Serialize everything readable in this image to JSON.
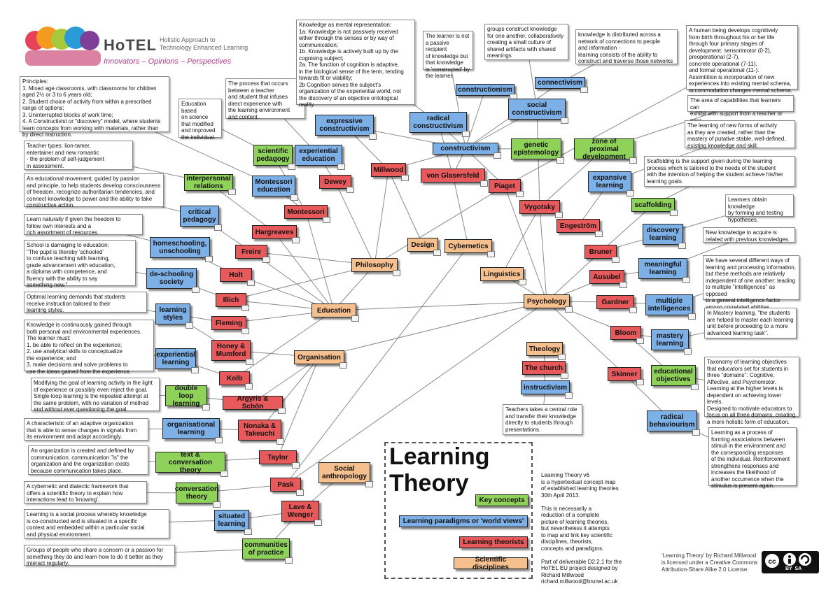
{
  "branding": {
    "name": "HoTEL",
    "subtitle_line1": "Holistic Approach to",
    "subtitle_line2": "Technology Enhanced Learning",
    "tagline": "Innovators – Opinions – Perspectives"
  },
  "legend": {
    "title_line1": "Learning",
    "title_line2": "Theory",
    "key_concepts": "Key concepts",
    "paradigms": "Learning paradigms or 'world views'",
    "theorists": "Learning theorists",
    "disciplines": "Scientific disciplines",
    "description": "Learning Theory v6\nis a hypertextual concept map\nof established learning theories\n30th April 2013.\n\nThis is necessarily a\nreduction of a complete\npicture of learning theories,\nbut nevertheless it attempts\nto map and link key scientific\ndisciplines, theorists,\nconcepts and paradigms.\n\nPart of deliverable D2.2.1 for the\nHoTEL EU project designed by\nRichard Millwood\nrichard.millwood@brunel.ac.uk"
  },
  "license": {
    "text": "‘Learning Theory’ by Richard Millwood\nis licensed under a Creative Commons\nAttribution-Share Alike 2.0 License.",
    "badge": "BY  SA"
  },
  "colors": {
    "key_concept": "#8fd25a",
    "paradigm": "#7eb0e8",
    "theorist": "#e8595b",
    "discipline": "#f6c08e"
  },
  "nodes": [
    {
      "id": "constructivism",
      "label": "constructivism",
      "kind": "blue"
    },
    {
      "id": "constructionism",
      "label": "constructionism",
      "kind": "blue"
    },
    {
      "id": "social_constructivism",
      "label": "social\nconstructivism",
      "kind": "blue"
    },
    {
      "id": "connectivism",
      "label": "connectivism",
      "kind": "blue"
    },
    {
      "id": "radical_constructivism",
      "label": "radical\nconstructivism",
      "kind": "blue"
    },
    {
      "id": "expressive_constructivism",
      "label": "expressive\nconstructivism",
      "kind": "blue"
    },
    {
      "id": "experiential_education",
      "label": "experiential\neducation",
      "kind": "blue"
    },
    {
      "id": "scientific_pedagogy",
      "label": "scientific\npedagogy",
      "kind": "green"
    },
    {
      "id": "montessori_education",
      "label": "Montessori\neducation",
      "kind": "blue"
    },
    {
      "id": "interpersonal_relations",
      "label": "interpersonal\nrelations",
      "kind": "green"
    },
    {
      "id": "critical_pedagogy",
      "label": "critical\npedagogy",
      "kind": "blue"
    },
    {
      "id": "homeschooling",
      "label": "homeschooling,\nunschooling",
      "kind": "blue"
    },
    {
      "id": "deschooling",
      "label": "de-schooling\nsociety",
      "kind": "blue"
    },
    {
      "id": "learning_styles",
      "label": "learning\nstyles",
      "kind": "blue"
    },
    {
      "id": "experiential_learning",
      "label": "experiential\nlearning",
      "kind": "blue"
    },
    {
      "id": "double_loop",
      "label": "double loop\nlearning",
      "kind": "green"
    },
    {
      "id": "organisational_learning",
      "label": "organisational\nlearning",
      "kind": "blue"
    },
    {
      "id": "text_conversation",
      "label": "text & conversation\ntheory",
      "kind": "green"
    },
    {
      "id": "conversation_theory",
      "label": "conversation\ntheory",
      "kind": "green"
    },
    {
      "id": "situated_learning",
      "label": "situated\nlearning",
      "kind": "blue"
    },
    {
      "id": "communities",
      "label": "communities\nof practice",
      "kind": "green"
    },
    {
      "id": "millwood",
      "label": "Millwood",
      "kind": "red"
    },
    {
      "id": "dewey",
      "label": "Dewey",
      "kind": "red"
    },
    {
      "id": "montessori",
      "label": "Montessori",
      "kind": "red"
    },
    {
      "id": "hargreaves",
      "label": "Hargreaves",
      "kind": "red"
    },
    {
      "id": "freire",
      "label": "Freire",
      "kind": "red"
    },
    {
      "id": "holt",
      "label": "Holt",
      "kind": "red"
    },
    {
      "id": "illich",
      "label": "Illich",
      "kind": "red"
    },
    {
      "id": "fleming",
      "label": "Fleming",
      "kind": "red"
    },
    {
      "id": "honey",
      "label": "Honey &\nMumford",
      "kind": "red"
    },
    {
      "id": "kolb",
      "label": "Kolb",
      "kind": "red"
    },
    {
      "id": "argyris",
      "label": "Argyris & Schön",
      "kind": "red"
    },
    {
      "id": "nonaka",
      "label": "Nonaka &\nTakeuchi",
      "kind": "red"
    },
    {
      "id": "taylor",
      "label": "Taylor",
      "kind": "red"
    },
    {
      "id": "pask",
      "label": "Pask",
      "kind": "red"
    },
    {
      "id": "lave",
      "label": "Lave &\nWenger",
      "kind": "red"
    },
    {
      "id": "von_glasersfeld",
      "label": "von Glasersfeld",
      "kind": "red"
    },
    {
      "id": "piaget",
      "label": "Piaget",
      "kind": "red"
    },
    {
      "id": "vygotsky",
      "label": "Vygotsky",
      "kind": "red"
    },
    {
      "id": "engestrom",
      "label": "Engeström",
      "kind": "red"
    },
    {
      "id": "bruner",
      "label": "Bruner",
      "kind": "red"
    },
    {
      "id": "ausubel",
      "label": "Ausubel",
      "kind": "red"
    },
    {
      "id": "gardner",
      "label": "Gardner",
      "kind": "red"
    },
    {
      "id": "bloom",
      "label": "Bloom",
      "kind": "red"
    },
    {
      "id": "skinner",
      "label": "Skinner",
      "kind": "red"
    },
    {
      "id": "the_church",
      "label": "The church",
      "kind": "red"
    },
    {
      "id": "genetic_epistemology",
      "label": "genetic\nepistemology",
      "kind": "green"
    },
    {
      "id": "zpd",
      "label": "zone of proximal\ndevelopment",
      "kind": "green"
    },
    {
      "id": "expansive_learning",
      "label": "expansive\nlearning",
      "kind": "blue"
    },
    {
      "id": "scaffolding",
      "label": "scaffolding",
      "kind": "green"
    },
    {
      "id": "discovery_learning",
      "label": "discovery\nlearning",
      "kind": "blue"
    },
    {
      "id": "meaningful_learning",
      "label": "meaningful\nlearning",
      "kind": "blue"
    },
    {
      "id": "multiple_intelligences",
      "label": "multiple\nintelligences",
      "kind": "blue"
    },
    {
      "id": "mastery_learning",
      "label": "mastery\nlearning",
      "kind": "blue"
    },
    {
      "id": "educational_objectives",
      "label": "educational\nobjectives",
      "kind": "green"
    },
    {
      "id": "radical_behaviourism",
      "label": "radical\nbehaviourism",
      "kind": "blue"
    },
    {
      "id": "instructivism",
      "label": "instructivism",
      "kind": "blue"
    },
    {
      "id": "philosophy",
      "label": "Philosophy",
      "kind": "orange"
    },
    {
      "id": "education",
      "label": "Education",
      "kind": "orange"
    },
    {
      "id": "organisation",
      "label": "Organisation",
      "kind": "orange"
    },
    {
      "id": "design",
      "label": "Design",
      "kind": "orange"
    },
    {
      "id": "cybernetics",
      "label": "Cybernetics",
      "kind": "orange"
    },
    {
      "id": "linguistics",
      "label": "Linguistics",
      "kind": "orange"
    },
    {
      "id": "psychology",
      "label": "Psychology",
      "kind": "orange"
    },
    {
      "id": "theology",
      "label": "Theology",
      "kind": "orange"
    },
    {
      "id": "social_anthropology",
      "label": "Social\nanthropology",
      "kind": "orange"
    }
  ],
  "notes": [
    {
      "id": "principles",
      "text": "Principles:\n1. Mixed age classrooms, with classrooms for children\naged 2½ or 3 to 6 years old;\n2. Student choice of activity from within a prescribed\nrange of options;\n3. Uninterrupted blocks of work time;\n4. A Constructivist or \"discovery\" model, where students\nlearn concepts from working with materials, rather than\nby direct instruction."
    },
    {
      "id": "education_science",
      "text": "Education\nbased\non science\nthat modified\nand improved\nthe individual."
    },
    {
      "id": "process",
      "text": "The process that occurs\nbetween a teacher\nand student that infuses\ndirect experience with\nthe learning environment\nand content."
    },
    {
      "id": "mental_rep",
      "text": "Knowledge as mental representation:\n1a. Knowledge is not passively received\neither through the senses or by way of\ncommunication;\n1b. Knowledge is actively built up by the\ncognising subject;\n2a. The function of cognition is adaptive,\nin the biological sense of the term, tending\ntowards fit or viability;\n2b Cognition serves the subject’s\norganization of the experiential world, not\nthe discovery of an objective ontological\nreality."
    },
    {
      "id": "learner_not_passive",
      "text": "The learner is not\na passive recipient\nof knowledge but\nthat knowledge\nis 'constructed' by\nthe learner."
    },
    {
      "id": "groups",
      "text": "groups construct knowledge\nfor one another, collaboratively\ncreating a small culture of\nshared artifacts with shared\nmeanings"
    },
    {
      "id": "distributed",
      "text": "knowledge is distributed across a\nnetwork of connections to people\nand information -\nlearning consists of the ability to\nconstruct and traverse those networks"
    },
    {
      "id": "human_being",
      "text": "A human being develops cognitively\nfrom birth throughout his or her life\nthrough four primary stages of\ndevelopment: sensorimotor (0-2),\npreoperational (2-7),\nconcrete operational (7-11),\nand formal operational (11-).\nAssimilition is incorporation of new\nexperiences into existing mental schema,\naccommodation changes mental schema."
    },
    {
      "id": "capabilities",
      "text": "The area of capabilities that learners can\nexhibit with support from a teacher or peer."
    },
    {
      "id": "new_forms",
      "text": "The learning of new forms of activity\nas they are created, rather than the\nmastery of putative stable, well-defined,\nexisting knowledge and skill."
    },
    {
      "id": "scaffolding_note",
      "text": "Scaffolding is the support given during the learning\nprocess which is tailored to the needs of the student\nwith the intention of helping the student achieve his/her\nlearning goals."
    },
    {
      "id": "learners_obtain",
      "text": "Learners obtain knowledge\nby forming and testing\nhypotheses."
    },
    {
      "id": "new_knowledge",
      "text": "New knowledge to acquire is\nrelated with previous knowledges."
    },
    {
      "id": "several_ways",
      "text": "We have several different ways of\nlearning and processing information,\nbut these methods are relatively\nindependent of one another: leading\nto multiple \"intelligences\" as opposed\nto a general intelligence factor\namong correlated abilities"
    },
    {
      "id": "mastery_note",
      "text": "In Mastery learning, \"the students\nare helped to master each learning\nunit before proceeding to a more\nadvanced learning task\"."
    },
    {
      "id": "taxonomy",
      "text": "Taxonomy of learning objectives\nthat educators set for students in\nthree \"domains\": Cognitive,\nAffective, and Psychomotor.\nLearning at the higher levels is\ndependent on achieving lower levels.\nDesigned to motivate educators to\nfocus on all three domains, creating\na more holistic form of education."
    },
    {
      "id": "process_forming",
      "text": "Learning as a process of\nforming associations between\nstimuli in the environment and\nthe corresponding responses\nof the individual. Reinforcement\nstrengthens responses and\nincreases the likelihood of\nanother occurrence when the\nstimulus is present again."
    },
    {
      "id": "teachers_central",
      "text": "Teachers takes a central role\nand transfer their knowledge\ndirectly to students through\npresentations."
    },
    {
      "id": "teacher_types",
      "text": "Teacher types: lion-tamer,\nentertainer and new romantic\n - the problem of self-judgement\nin assessment."
    },
    {
      "id": "educational_movement",
      "text": "An educational movement, guided by passion\nand principle, to help students develop consciousness\nof freedom, recognize authoritarian tendencies, and\nconnect knowledge to power and the ability to take\nconstructive action."
    },
    {
      "id": "learn_naturally",
      "text": "Learn naturally if given the freedom to\nfollow own interests and a\nrich assortment of resources."
    },
    {
      "id": "school_damaging",
      "text": "School is damaging to education:\n\"The pupil is thereby 'schooled'\nto confuse teaching with learning,\ngrade advancement with education,\na diploma with competence, and\nfluency with the ability to say\nsomething new.\""
    },
    {
      "id": "optimal",
      "text": "Optimal learning demands that students\nreceive instruction tailored to their\nlearning styles."
    },
    {
      "id": "knowledge_continuous",
      "text": "Knowledge is continuously gained through\nboth personal and environmental experiences.\nThe learner must:\n1. be able to reflect on the experience;\n2. use analytical skills to conceptualize\nthe experience; and\n3. make decisions and solve problems to\nuse the ideas gained from the experience."
    },
    {
      "id": "modifying",
      "text": "Modifying the goal of learning activity in the light\nof experience or possibly even reject the goal.\nSingle-loop learning is the repeated attempt at\nthe same problem, with no variation of method\nand without ever questioning the goal."
    },
    {
      "id": "adaptive_org",
      "text": "A characteristic of an adaptive organization\nthat is able to sense changes in signals from\nits environment and adapt accordingly."
    },
    {
      "id": "org_created",
      "text": "An organization is created and defined by\ncommunication. communication \"is\" the\norganization and the organization exists\nbecause communication takes place."
    },
    {
      "id": "cybernetic",
      "text": "A cybernetic and dialectic framework that\noffers a scientific theory to explain how\ninteractions lead to 'knowing'."
    },
    {
      "id": "social_process",
      "text": "Learning is a social process whereby knowledge\nis co-constructed and is situated in a specific\ncontext and embedded within a particular social\nand physical environment."
    },
    {
      "id": "groups_people",
      "text": "Groups of people who share a concern or a passion for\nsomething they do and learn how to do it better as they\ninteract regularly."
    }
  ]
}
